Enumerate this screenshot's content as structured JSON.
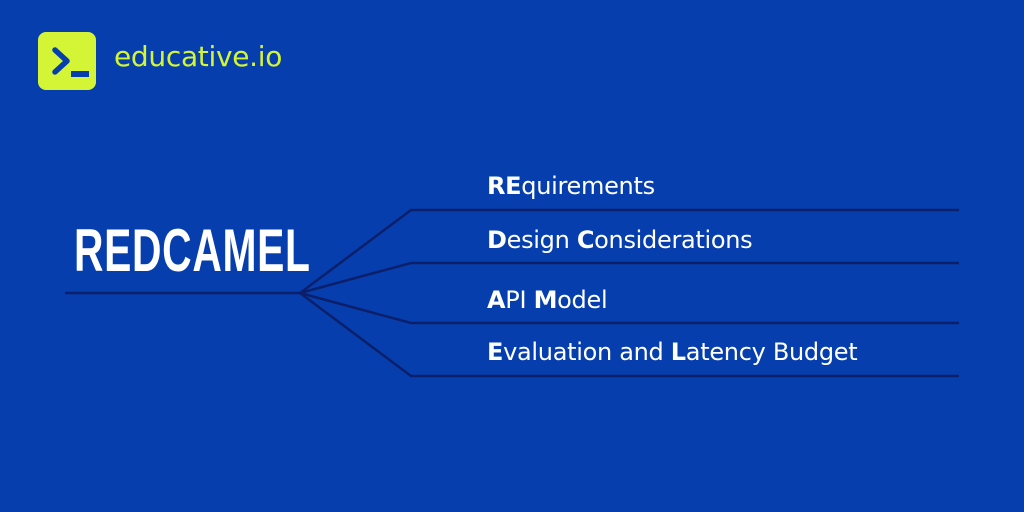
{
  "brand": {
    "name": "educative.io",
    "logo_icon": "terminal-prompt-icon",
    "accent_color": "#d4f536"
  },
  "background_color": "#063fad",
  "line_color": "#0b1f6b",
  "diagram": {
    "root": "REDCAMEL",
    "branches": [
      {
        "parts": [
          {
            "bold": "RE",
            "rest": "quirements"
          }
        ],
        "full": "REquirements"
      },
      {
        "parts": [
          {
            "bold": "D",
            "rest": "esign "
          },
          {
            "bold": "C",
            "rest": "onsiderations"
          }
        ],
        "full": "Design Considerations"
      },
      {
        "parts": [
          {
            "bold": "A",
            "rest": "PI "
          },
          {
            "bold": "M",
            "rest": "odel"
          }
        ],
        "full": "API Model"
      },
      {
        "parts": [
          {
            "bold": "E",
            "rest": "valuation and "
          },
          {
            "bold": "L",
            "rest": "atency Budget"
          }
        ],
        "full": "Evaluation and Latency Budget"
      }
    ]
  }
}
